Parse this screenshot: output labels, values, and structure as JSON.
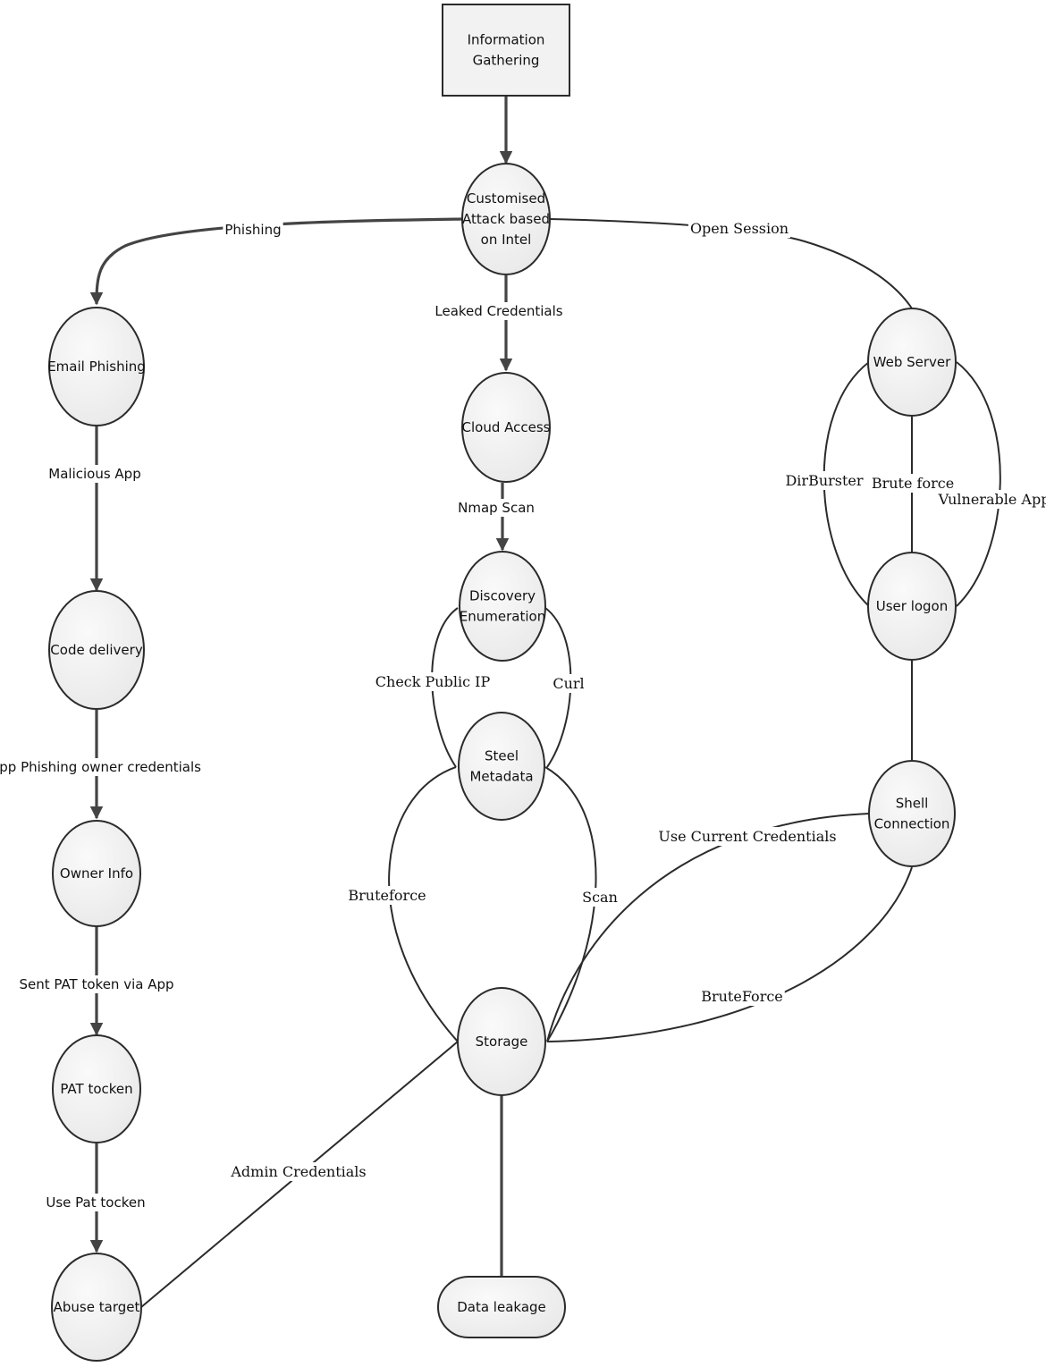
{
  "nodes": {
    "information_gathering": [
      "Information",
      "Gathering"
    ],
    "customised_attack": [
      "Customised",
      "Attack based",
      "on Intel"
    ],
    "email_phishing": [
      "Email Phishing"
    ],
    "code_delivery": [
      "Code delivery"
    ],
    "owner_info": [
      "Owner Info"
    ],
    "pat_token": [
      "PAT tocken"
    ],
    "abuse_target": [
      "Abuse target"
    ],
    "cloud_access": [
      "Cloud Access"
    ],
    "discovery_enumeration": [
      "Discovery",
      "Enumeration"
    ],
    "steel_metadata": [
      "Steel",
      "Metadata"
    ],
    "storage": [
      "Storage"
    ],
    "data_leakage": [
      "Data leakage"
    ],
    "web_server": [
      "Web Server"
    ],
    "user_logon": [
      "User logon"
    ],
    "shell_connection": [
      "Shell",
      "Connection"
    ]
  },
  "edges": {
    "phishing": "Phishing",
    "open_session": "Open Session",
    "leaked_credentials": "Leaked Credentials",
    "malicious_app": "Malicious App",
    "app_phishing_owner_credentials": "App Phishing owner credentials",
    "sent_pat_token": "Sent PAT token via App",
    "use_pat_token": "Use Pat tocken",
    "nmap_scan": "Nmap Scan",
    "check_public_ip": "Check Public IP",
    "curl": "Curl",
    "bruteforce": "Bruteforce",
    "scan": "Scan",
    "admin_credentials": "Admin Credentials",
    "use_current_credentials": "Use Current Credentials",
    "brute_force_upper": "BruteForce",
    "dirburster": "DirBurster",
    "brute_force": "Brute force",
    "vulnerable_app": "Vulnerable App"
  },
  "colors": {
    "node_fill": "#f2f2f2",
    "stroke": "#2b2b2b",
    "arrow": "#444444"
  }
}
